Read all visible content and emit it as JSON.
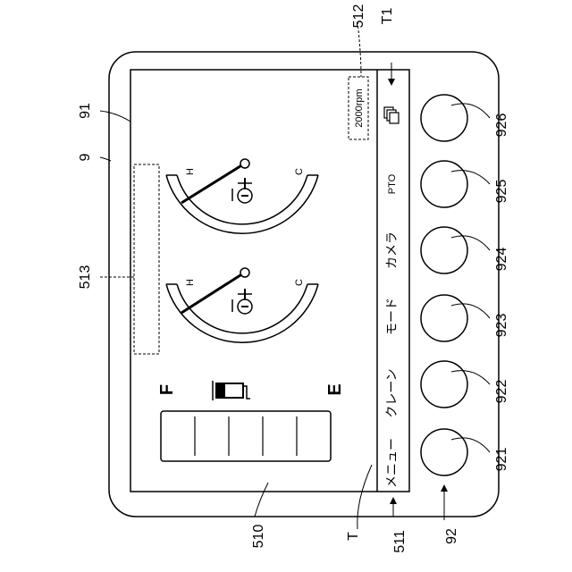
{
  "labels": {
    "device": "9",
    "screen": "91",
    "buttons_group": "92",
    "fuel_gauge": "510",
    "menu_bar": "511",
    "rpm_box": "512",
    "info_box": "513",
    "touch_T": "T",
    "touch_T1": "T1"
  },
  "rpm_text": "2000rpm",
  "menu_items": [
    "メニュー",
    "クレーン",
    "モード",
    "カメラ",
    "PTO"
  ],
  "fuel": {
    "full": "F",
    "empty": "E",
    "level_segments": 5
  },
  "gauges": [
    {
      "hot": "H",
      "cold": "C",
      "needle_level": 0.75
    },
    {
      "hot": "H",
      "cold": "C",
      "needle_level": 0.75
    }
  ],
  "buttons": [
    "926",
    "925",
    "924",
    "923",
    "922",
    "921"
  ]
}
